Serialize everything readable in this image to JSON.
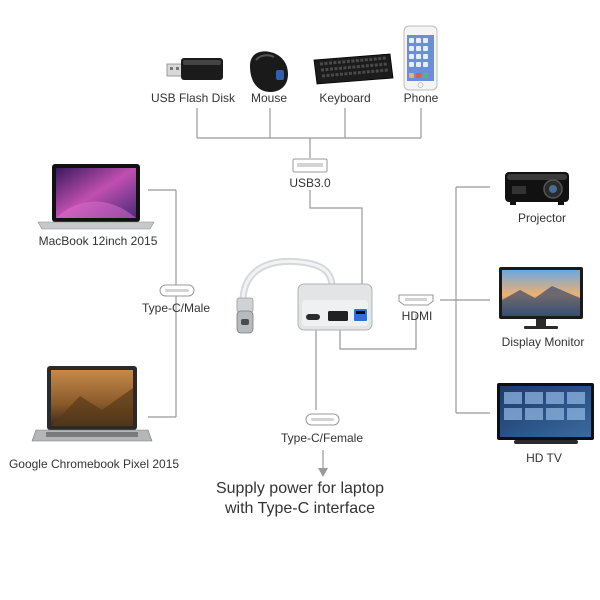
{
  "devices": {
    "usb_flash_disk": "USB Flash Disk",
    "mouse": "Mouse",
    "keyboard": "Keyboard",
    "phone": "Phone",
    "macbook": "MacBook 12inch 2015",
    "chromebook": "Google Chromebook Pixel 2015",
    "projector": "Projector",
    "display_monitor": "Display Monitor",
    "hd_tv": "HD TV"
  },
  "ports": {
    "usb3": "USB3.0",
    "typec_male": "Type-C/Male",
    "hdmi": "HDMI",
    "typec_female": "Type-C/Female"
  },
  "caption": {
    "line1": "Supply power for laptop",
    "line2": "with Type-C interface"
  },
  "colors": {
    "line": "#999999",
    "label": "#333333",
    "hub_body": "#e2e4e6",
    "usb_accent": "#2f6fd6"
  }
}
